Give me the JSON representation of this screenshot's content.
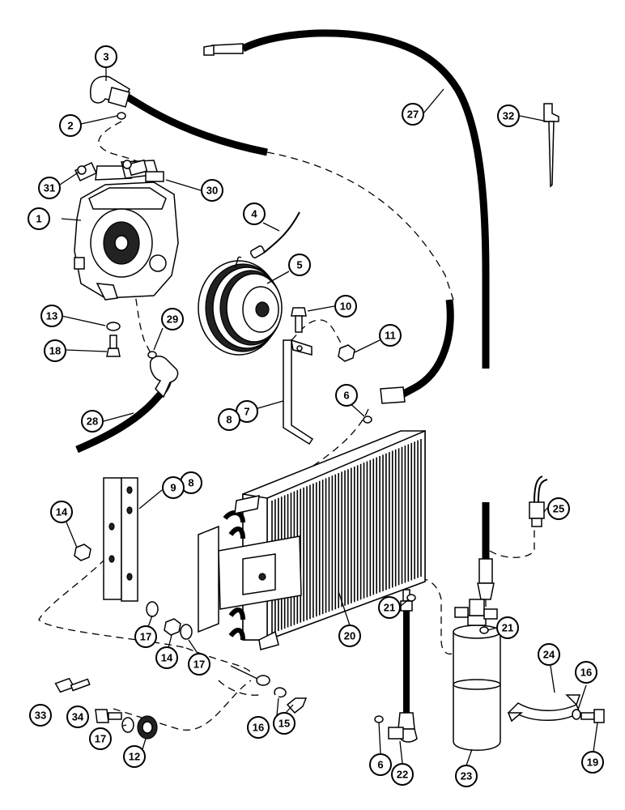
{
  "callouts": [
    {
      "id": "1",
      "label": "1"
    },
    {
      "id": "2",
      "label": "2"
    },
    {
      "id": "3",
      "label": "3"
    },
    {
      "id": "4",
      "label": "4"
    },
    {
      "id": "5",
      "label": "5"
    },
    {
      "id": "6a",
      "label": "6"
    },
    {
      "id": "6b",
      "label": "6"
    },
    {
      "id": "7",
      "label": "7"
    },
    {
      "id": "8a",
      "label": "8"
    },
    {
      "id": "8b",
      "label": "8"
    },
    {
      "id": "9",
      "label": "9"
    },
    {
      "id": "10",
      "label": "10"
    },
    {
      "id": "11",
      "label": "11"
    },
    {
      "id": "12",
      "label": "12"
    },
    {
      "id": "13",
      "label": "13"
    },
    {
      "id": "14a",
      "label": "14"
    },
    {
      "id": "14b",
      "label": "14"
    },
    {
      "id": "15",
      "label": "15"
    },
    {
      "id": "16a",
      "label": "16"
    },
    {
      "id": "16b",
      "label": "16"
    },
    {
      "id": "17a",
      "label": "17"
    },
    {
      "id": "17b",
      "label": "17"
    },
    {
      "id": "17c",
      "label": "17"
    },
    {
      "id": "18",
      "label": "18"
    },
    {
      "id": "19",
      "label": "19"
    },
    {
      "id": "20",
      "label": "20"
    },
    {
      "id": "21a",
      "label": "21"
    },
    {
      "id": "21b",
      "label": "21"
    },
    {
      "id": "22",
      "label": "22"
    },
    {
      "id": "23",
      "label": "23"
    },
    {
      "id": "24",
      "label": "24"
    },
    {
      "id": "25",
      "label": "25"
    },
    {
      "id": "27",
      "label": "27"
    },
    {
      "id": "28",
      "label": "28"
    },
    {
      "id": "29",
      "label": "29"
    },
    {
      "id": "30",
      "label": "30"
    },
    {
      "id": "31",
      "label": "31"
    },
    {
      "id": "32",
      "label": "32"
    },
    {
      "id": "33",
      "label": "33"
    },
    {
      "id": "34",
      "label": "34"
    }
  ]
}
